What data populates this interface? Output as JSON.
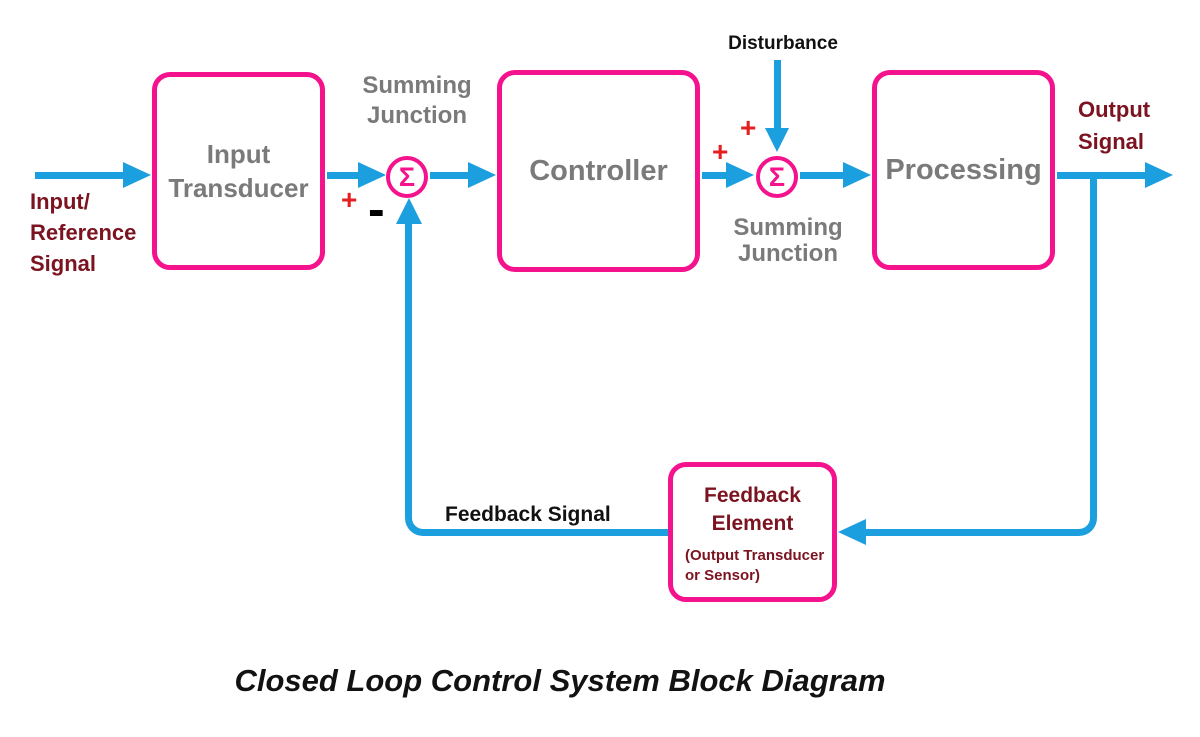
{
  "title": "Closed Loop Control System Block Diagram",
  "colors": {
    "pink": "#F5128D",
    "blue": "#1B9FDE",
    "gray": "#7A7A7A",
    "dark_red": "#7B1320",
    "plus_red": "#E41F1F",
    "black": "#111111"
  },
  "blocks": {
    "input_transducer_lines": [
      "Input",
      "Transducer"
    ],
    "controller": "Controller",
    "processing": "Processing",
    "feedback_element_lines": [
      "Feedback",
      "Element"
    ],
    "feedback_element_sub_lines": [
      "(Output Transducer",
      "or Sensor)"
    ]
  },
  "junctions": {
    "sigma": "Σ",
    "junction1_label_lines": [
      "Summing",
      "Junction"
    ],
    "junction2_label_lines": [
      "Summing",
      "Junction"
    ]
  },
  "labels": {
    "input_signal_lines": [
      "Input/",
      "Reference",
      "Signal"
    ],
    "disturbance": "Disturbance",
    "output_signal_lines": [
      "Output",
      "Signal"
    ],
    "feedback_signal": "Feedback Signal",
    "plus": "+",
    "minus": "-"
  }
}
